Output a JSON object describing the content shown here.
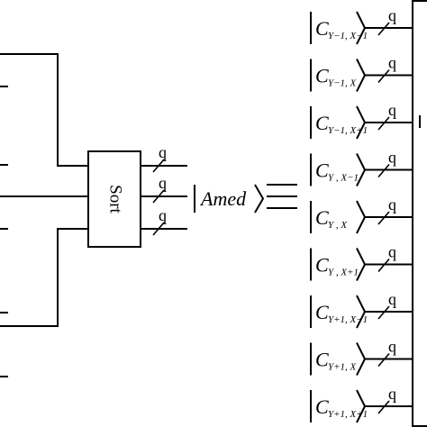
{
  "sort_block": {
    "label": "Sort"
  },
  "sort_outputs": [
    {
      "label": "q"
    },
    {
      "label": "q"
    },
    {
      "label": "q"
    }
  ],
  "amed": {
    "label": "Amed"
  },
  "register_kets": [
    {
      "symbol": "C",
      "subscript": "Y−1, X−1",
      "q_label": "q"
    },
    {
      "symbol": "C",
      "subscript": "Y−1, X",
      "q_label": "q"
    },
    {
      "symbol": "C",
      "subscript": "Y−1, X+1",
      "q_label": "q"
    },
    {
      "symbol": "C",
      "subscript": "Y , X−1",
      "q_label": "q"
    },
    {
      "symbol": "C",
      "subscript": "Y , X",
      "q_label": "q"
    },
    {
      "symbol": "C",
      "subscript": "Y , X+1",
      "q_label": "q"
    },
    {
      "symbol": "C",
      "subscript": "Y+1, X−1",
      "q_label": "q"
    },
    {
      "symbol": "C",
      "subscript": "Y+1, X",
      "q_label": "q"
    },
    {
      "symbol": "C",
      "subscript": "Y+1, X+1",
      "q_label": "q"
    }
  ]
}
